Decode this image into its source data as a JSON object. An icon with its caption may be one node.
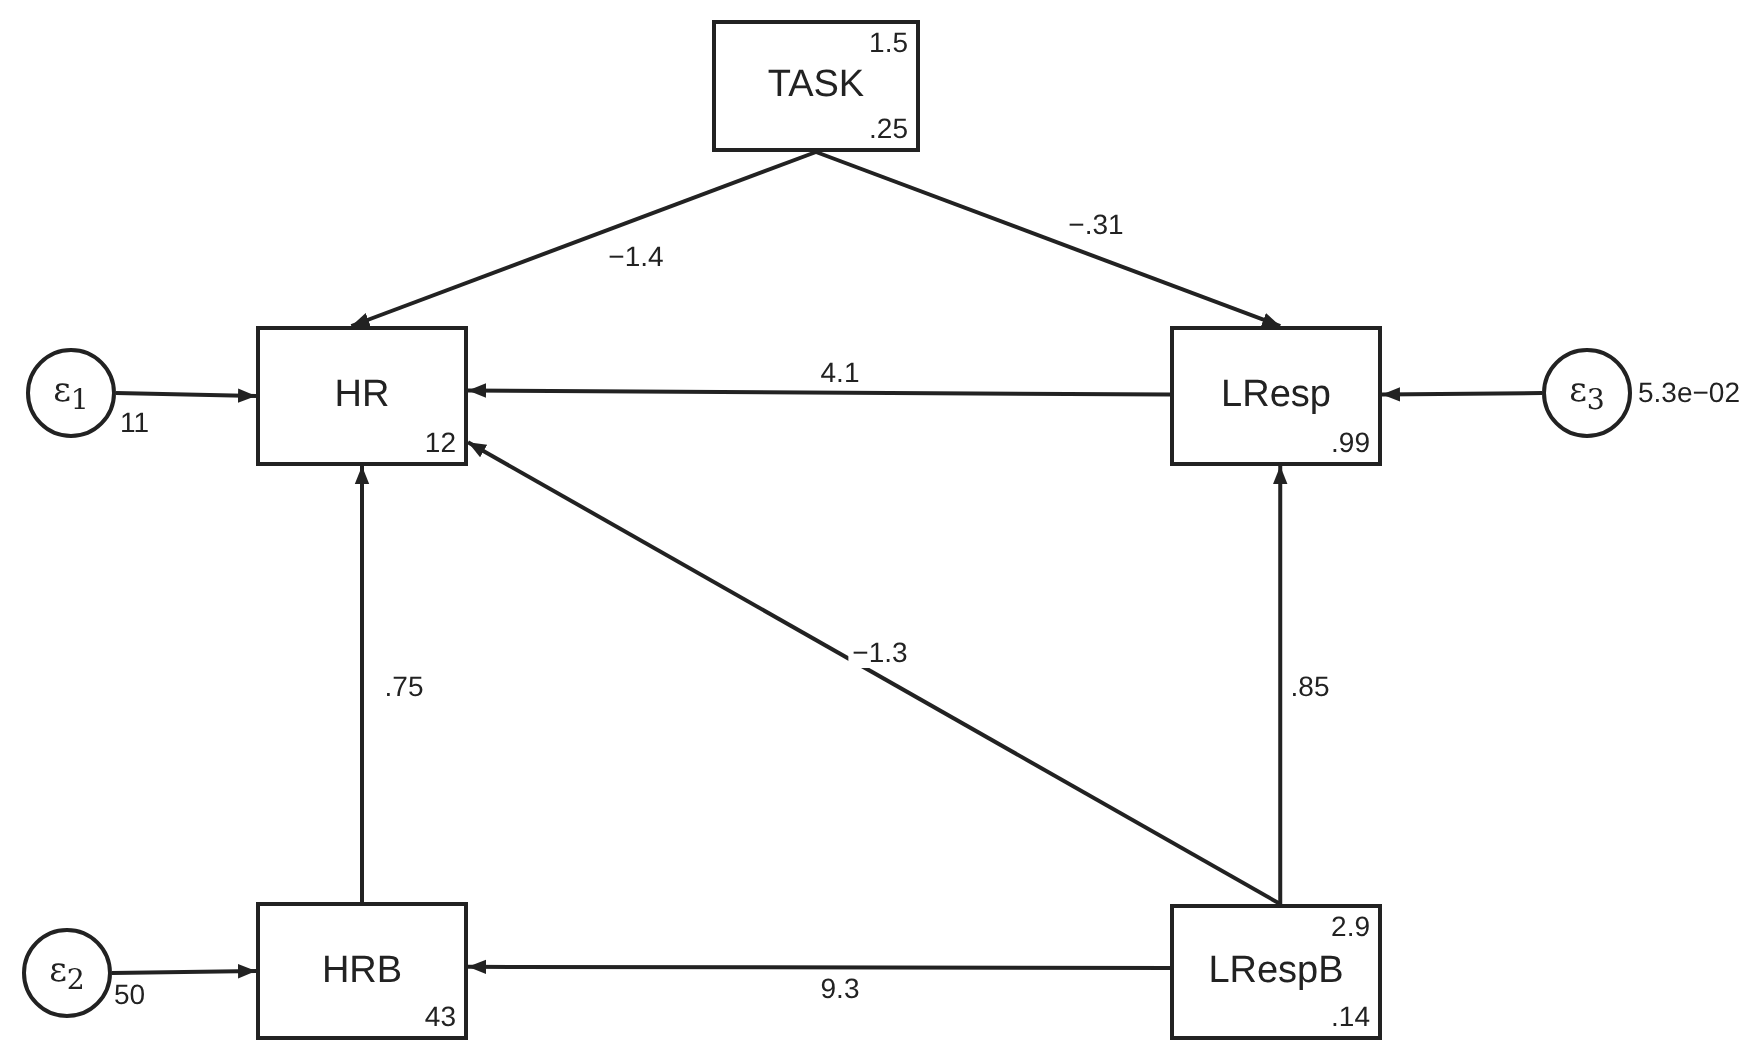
{
  "diagram": {
    "nodes": [
      {
        "text": [
          "1.5",
          "TASK",
          ".25"
        ]
      },
      {
        "text": [
          "ε$_{1}$"
        ],
        "beside": [
          "11"
        ]
      },
      {
        "text": [
          "HR",
          "12"
        ]
      },
      {
        "text": [
          "LResp",
          ".99"
        ]
      },
      {
        "text": [
          "ε$_{3}$"
        ],
        "beside": [
          "5.3e−02"
        ]
      },
      {
        "text": [
          "ε$_{2}$"
        ],
        "beside": [
          "50"
        ]
      },
      {
        "text": [
          "HRB",
          "43"
        ]
      },
      {
        "text": [
          "2.9",
          "LRespB",
          ".14"
        ]
      }
    ],
    "edges": [
      {
        "from": 0,
        "to": 2,
        "arrow": "to",
        "label": "−1.4"
      },
      {
        "from": 0,
        "to": 3,
        "arrow": "to",
        "label": "−.31"
      },
      {
        "from": 1,
        "to": 2,
        "arrow": "to"
      },
      {
        "from": 3,
        "to": 2,
        "arrow": "to",
        "label": "4.1"
      },
      {
        "from": 4,
        "to": 3,
        "arrow": "to"
      },
      {
        "from": 6,
        "to": 2,
        "arrow": "to",
        "label": ".75"
      },
      {
        "from": 7,
        "to": 2,
        "arrow": "to",
        "label": "−1.3"
      },
      {
        "from": 7,
        "to": 3,
        "arrow": "to",
        "label": ".85"
      },
      {
        "from": 5,
        "to": 6,
        "arrow": "to"
      },
      {
        "from": 7,
        "to": 6,
        "arrow": "to",
        "label": "9.3"
      }
    ]
  }
}
